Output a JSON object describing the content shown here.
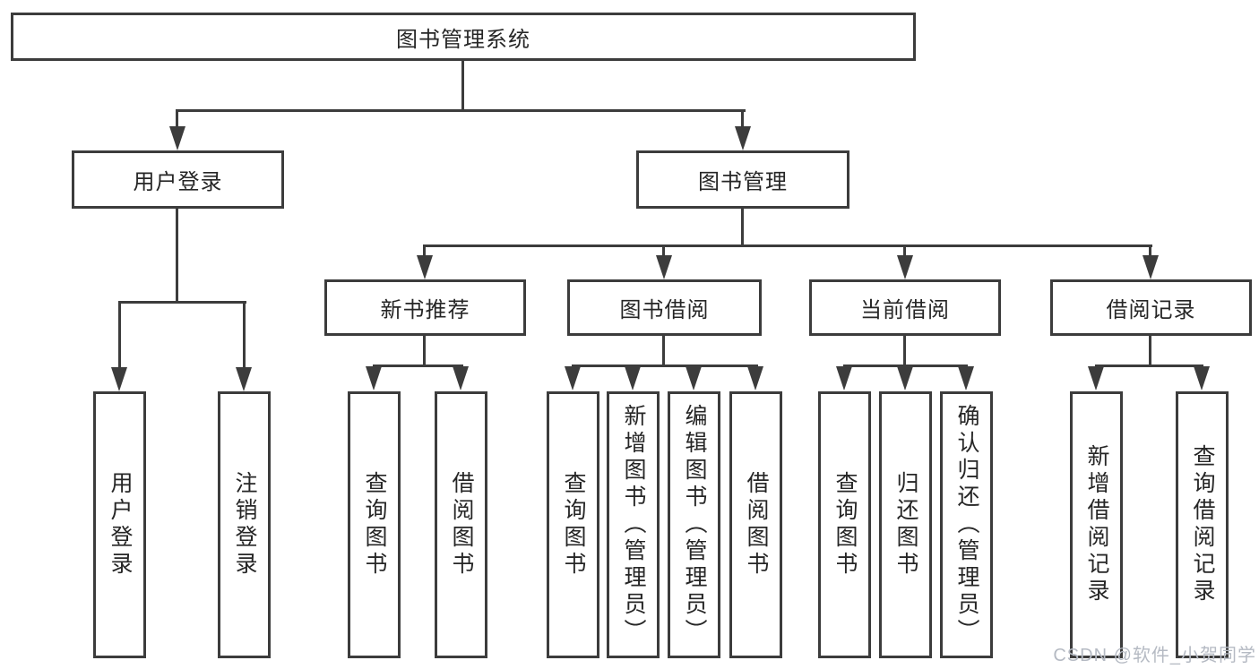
{
  "tree": {
    "label": "图书管理系统",
    "children": [
      {
        "label": "用户登录",
        "children": [
          {
            "label": "用户登录"
          },
          {
            "label": "注销登录"
          }
        ]
      },
      {
        "label": "图书管理",
        "children": [
          {
            "label": "新书推荐",
            "children": [
              {
                "label": "查询图书"
              },
              {
                "label": "借阅图书"
              }
            ]
          },
          {
            "label": "图书借阅",
            "children": [
              {
                "label": "查询图书"
              },
              {
                "label": "新增图书（管理员）"
              },
              {
                "label": "编辑图书（管理员）"
              },
              {
                "label": "借阅图书"
              }
            ]
          },
          {
            "label": "当前借阅",
            "children": [
              {
                "label": "查询图书"
              },
              {
                "label": "归还图书"
              },
              {
                "label": "确认归还（管理员）"
              }
            ]
          },
          {
            "label": "借阅记录",
            "children": [
              {
                "label": "新增借阅记录"
              },
              {
                "label": "查询借阅记录"
              }
            ]
          }
        ]
      }
    ]
  },
  "watermark": "CSDN @软件_小贺同学",
  "colors": {
    "line": "#3c3c3c",
    "text": "#262626",
    "background": "#ffffff",
    "watermark": "#b5bac3"
  }
}
